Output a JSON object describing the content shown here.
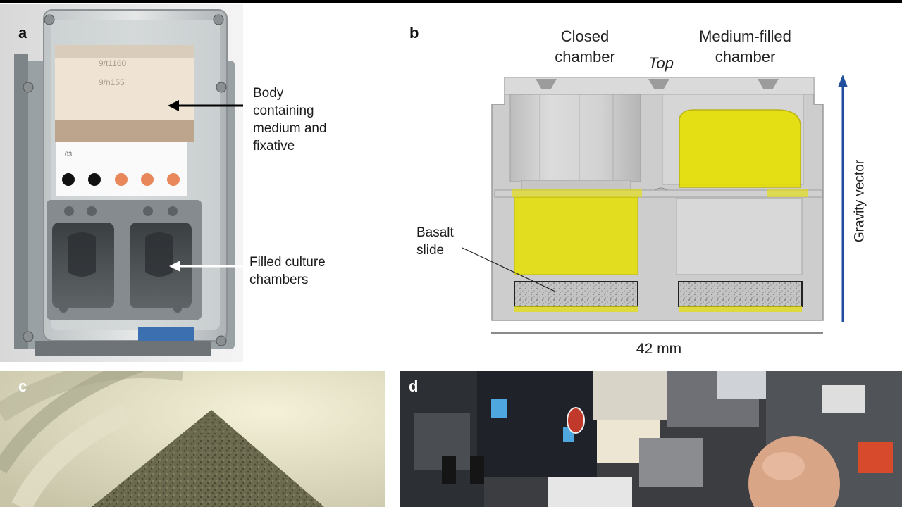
{
  "panel_a": {
    "letter": "a",
    "label_codes": [
      "9/t1160",
      "9/n155"
    ],
    "tag_code": "03",
    "dot_colors": [
      "#111111",
      "#111111",
      "#e8875a",
      "#e8875a",
      "#e8875a"
    ],
    "annotation_body": "Body\ncontaining\nmedium and\nfixative",
    "annotation_chambers": "Filled culture\nchambers"
  },
  "panel_b": {
    "letter": "b",
    "label_closed": "Closed\nchamber",
    "label_top": "Top",
    "label_medium": "Medium-filled\nchamber",
    "label_basalt": "Basalt\nslide",
    "label_gravity": "Gravity vector",
    "scale_label": "42 mm",
    "colors": {
      "yellow": "#e6e000",
      "arrow": "#1f4e9c",
      "gray": "#c8c8c8"
    }
  },
  "panel_c": {
    "letter": "c"
  },
  "panel_d": {
    "letter": "d"
  }
}
